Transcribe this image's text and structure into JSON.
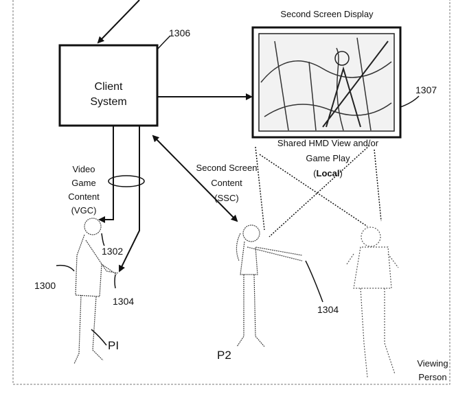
{
  "client_box": {
    "line1": "Client",
    "line2": "System",
    "ref": "1306"
  },
  "second_screen": {
    "title": "Second Screen Display",
    "ref": "1307"
  },
  "shared_view": {
    "line1": "Shared HMD View and/or",
    "line2": "Game Play",
    "line3_open": "(",
    "line3_bold": "Local",
    "line3_close": ")"
  },
  "vgc": {
    "line1": "Video",
    "line2": "Game",
    "line3": "Content",
    "line4": "(VGC)"
  },
  "ssc": {
    "line1": "Second Screen",
    "line2": "Content",
    "line3": "(SSC)"
  },
  "refs": {
    "hmd": "1302",
    "controller_p1": "1304",
    "user": "1300",
    "p1": "PI",
    "p2": "P2",
    "controller_p2": "1304"
  },
  "viewing": {
    "line1": "Viewing",
    "line2": "Person"
  }
}
